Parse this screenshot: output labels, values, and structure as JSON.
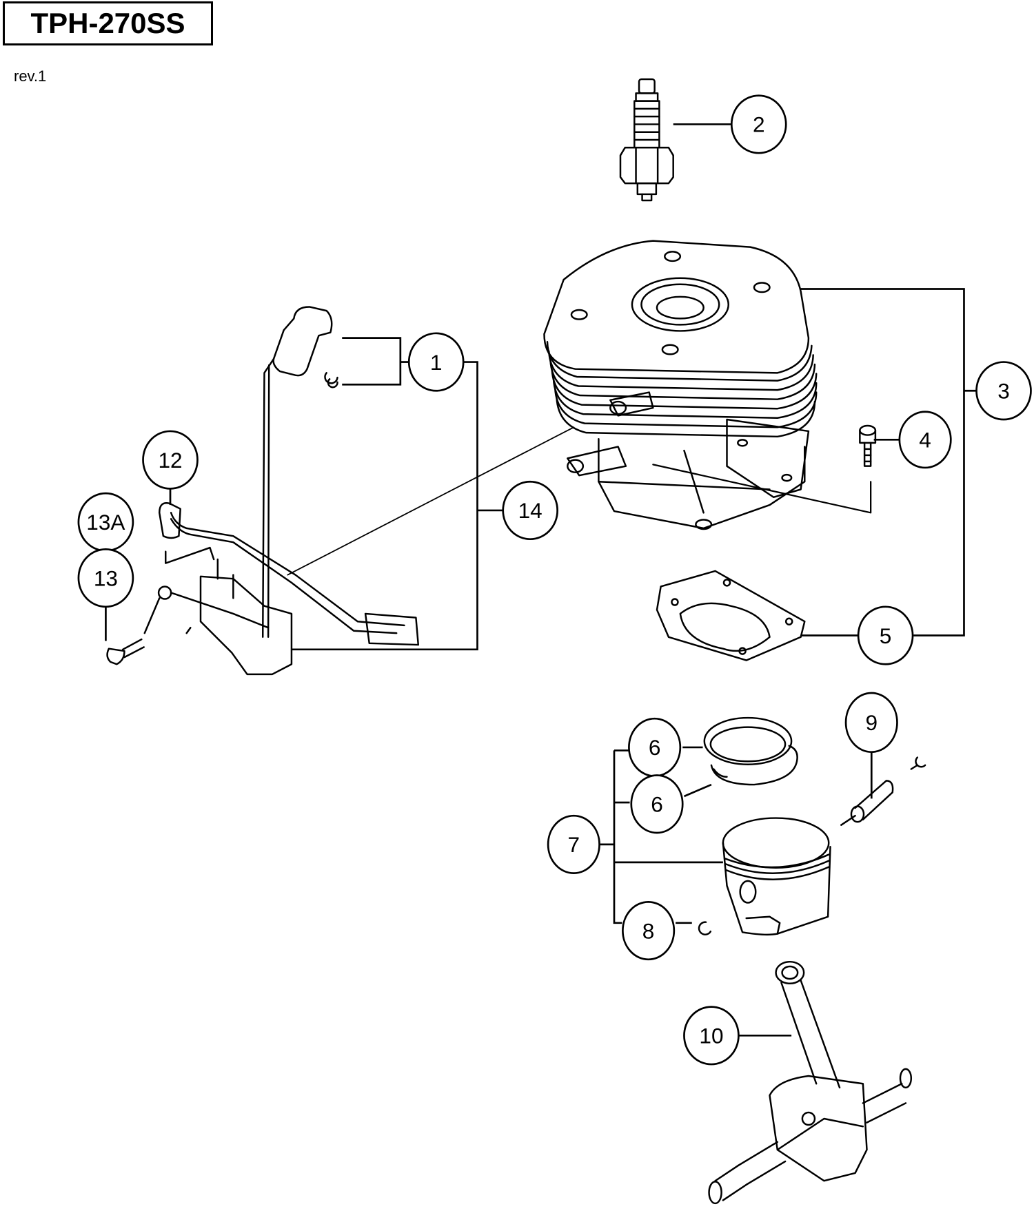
{
  "header": {
    "model": "TPH-270SS",
    "revision": "rev.1"
  },
  "callouts": [
    {
      "id": "c1",
      "label": "1",
      "part": "spark-plug-cap"
    },
    {
      "id": "c2",
      "label": "2",
      "part": "spark-plug"
    },
    {
      "id": "c3",
      "label": "3",
      "part": "cylinder-assembly"
    },
    {
      "id": "c4",
      "label": "4",
      "part": "bolt"
    },
    {
      "id": "c5",
      "label": "5",
      "part": "cylinder-gasket"
    },
    {
      "id": "c6a",
      "label": "6",
      "part": "piston-ring"
    },
    {
      "id": "c6b",
      "label": "6",
      "part": "piston-ring"
    },
    {
      "id": "c7",
      "label": "7",
      "part": "piston-assembly"
    },
    {
      "id": "c8",
      "label": "8",
      "part": "circlip"
    },
    {
      "id": "c9",
      "label": "9",
      "part": "piston-pin"
    },
    {
      "id": "c10",
      "label": "10",
      "part": "crankshaft"
    },
    {
      "id": "c12",
      "label": "12",
      "part": "ground-terminal"
    },
    {
      "id": "c13A",
      "label": "13A",
      "part": "washer"
    },
    {
      "id": "c13",
      "label": "13",
      "part": "screw"
    },
    {
      "id": "c14",
      "label": "14",
      "part": "ignition-coil"
    }
  ]
}
